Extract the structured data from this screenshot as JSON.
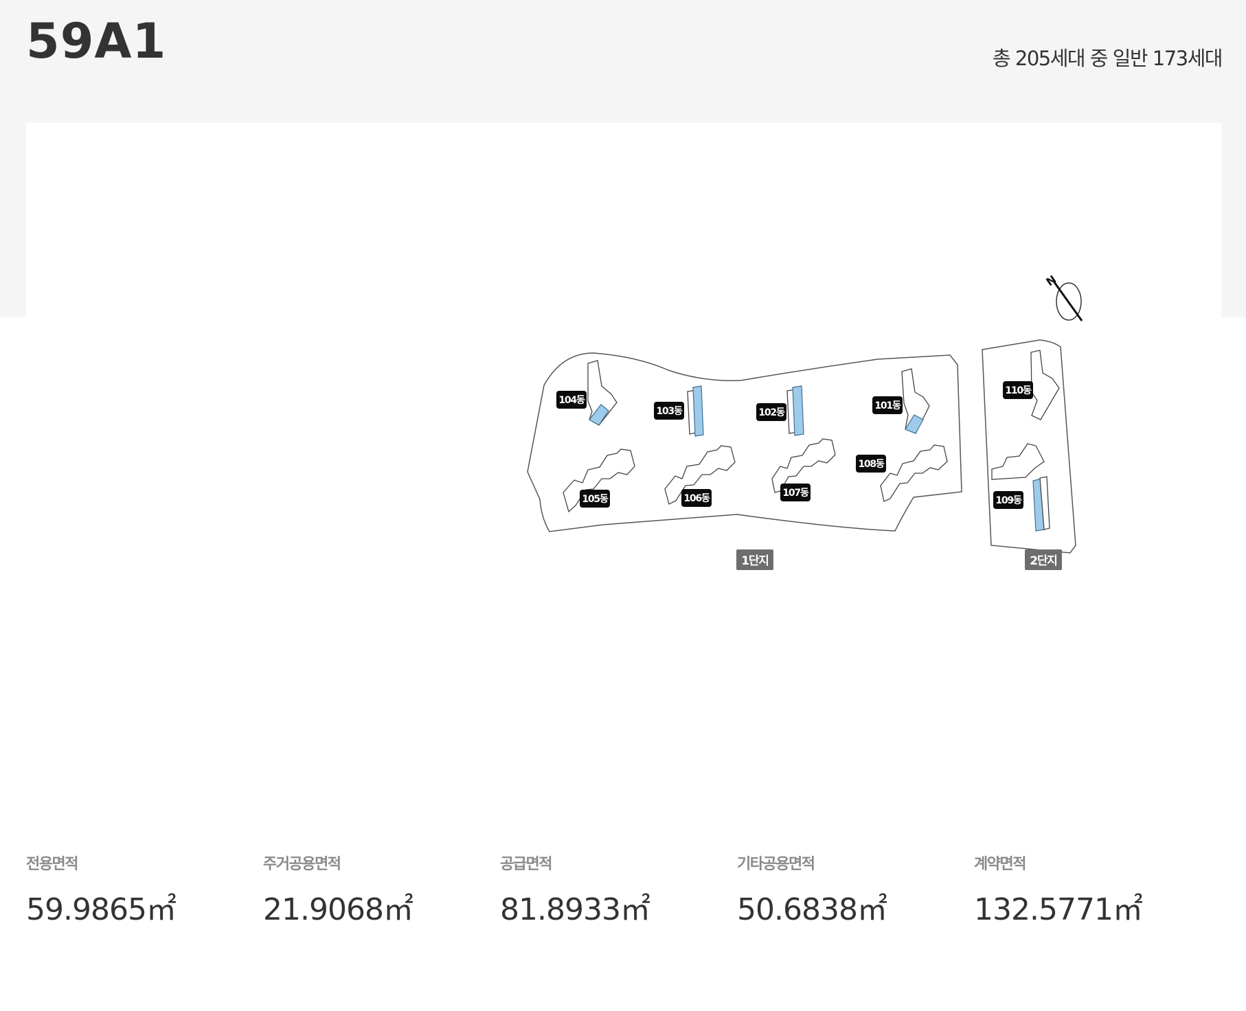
{
  "header": {
    "title": "59A1",
    "summary": "총 205세대 중 일반 173세대"
  },
  "site_map": {
    "buildings": [
      {
        "label": "101동",
        "highlighted": true
      },
      {
        "label": "102동",
        "highlighted": true
      },
      {
        "label": "103동",
        "highlighted": true
      },
      {
        "label": "104동",
        "highlighted": true
      },
      {
        "label": "105동",
        "highlighted": false
      },
      {
        "label": "106동",
        "highlighted": false
      },
      {
        "label": "107동",
        "highlighted": false
      },
      {
        "label": "108동",
        "highlighted": false
      },
      {
        "label": "109동",
        "highlighted": true
      },
      {
        "label": "110동",
        "highlighted": false
      }
    ],
    "complexes": [
      {
        "label": "1단지"
      },
      {
        "label": "2단지"
      }
    ],
    "north_arrow": "N",
    "highlight_color": "#9fcbea"
  },
  "areas": [
    {
      "label": "전용면적",
      "value": "59.9865㎡"
    },
    {
      "label": "주거공용면적",
      "value": "21.9068㎡"
    },
    {
      "label": "공급면적",
      "value": "81.8933㎡"
    },
    {
      "label": "기타공용면적",
      "value": "50.6838㎡"
    },
    {
      "label": "계약면적",
      "value": "132.5771㎡"
    }
  ]
}
